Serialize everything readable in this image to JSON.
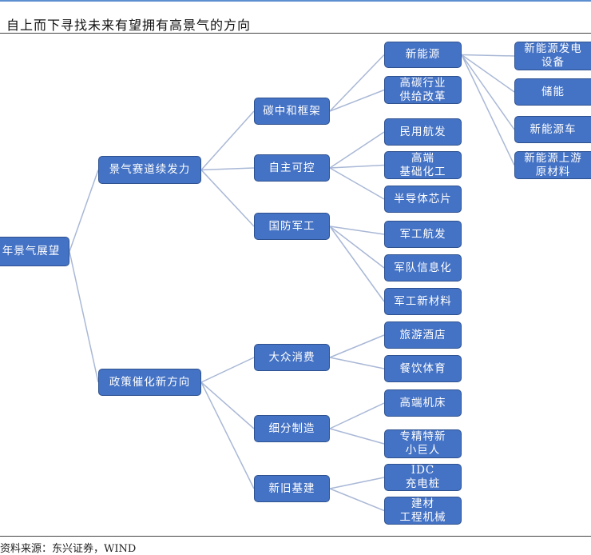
{
  "title": "自上而下寻找未来有望拥有高景气的方向",
  "footer": "资料来源：东兴证券，WIND",
  "tree": {
    "root": "年景气展望",
    "l1": [
      "景气赛道续发力",
      "政策催化新方向"
    ],
    "l2": [
      "碳中和框架",
      "自主可控",
      "国防军工",
      "大众消费",
      "细分制造",
      "新旧基建"
    ],
    "l3": [
      "新能源",
      "高碳行业\n供给改革",
      "民用航发",
      "高端\n基础化工",
      "半导体芯片",
      "军工航发",
      "军队信息化",
      "军工新材料",
      "旅游酒店",
      "餐饮体育",
      "高端机床",
      "专精特新\n小巨人",
      "IDC\n充电桩",
      "建材\n工程机械"
    ],
    "l4": [
      "新能源发电\n设备",
      "储能",
      "新能源车",
      "新能源上游\n原材料"
    ]
  },
  "colors": {
    "node": "#4472c4",
    "edge": "#a9b8d6"
  }
}
